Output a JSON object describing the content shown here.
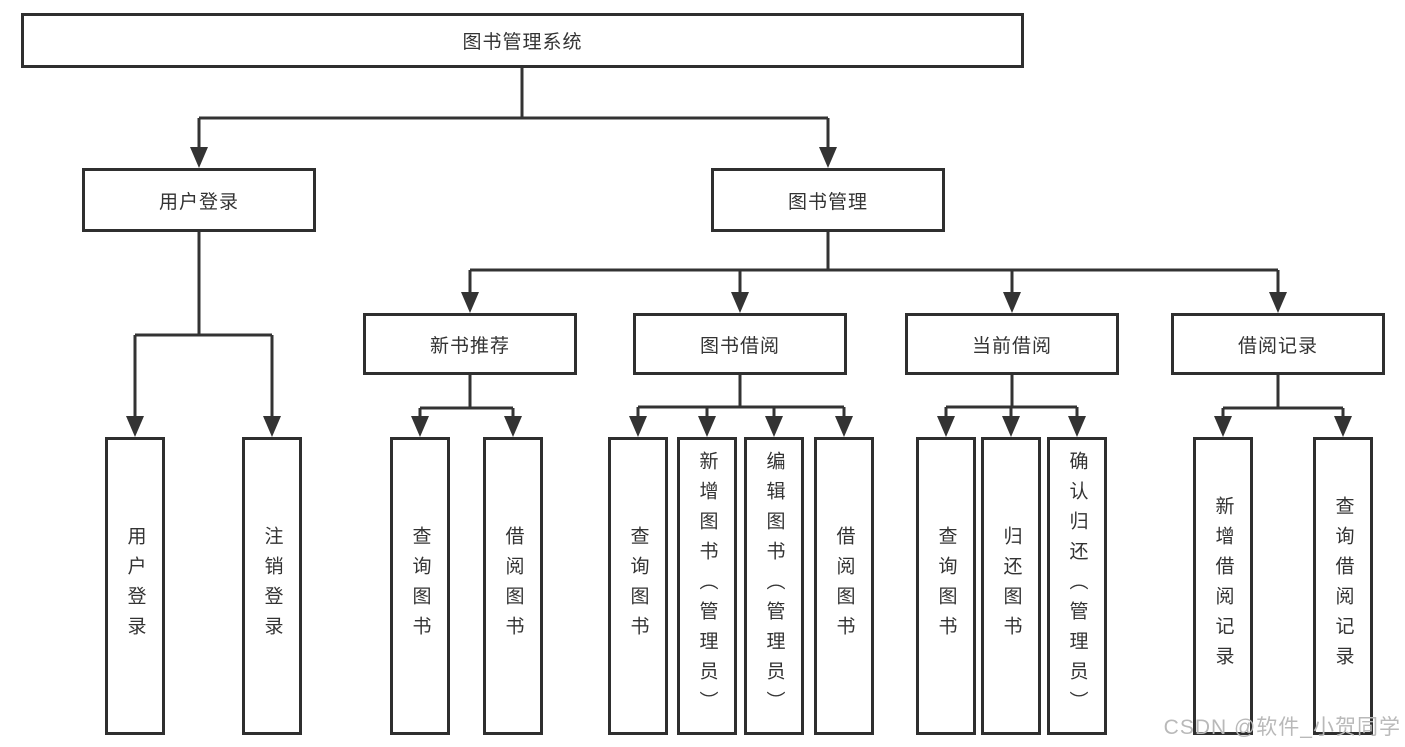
{
  "diagram": {
    "title": "图书管理系统",
    "tree": {
      "root": "图书管理系统",
      "branches": [
        {
          "label": "用户登录",
          "children": [
            "用户登录",
            "注销登录"
          ]
        },
        {
          "label": "图书管理",
          "groups": [
            {
              "label": "新书推荐",
              "children": [
                "查询图书",
                "借阅图书"
              ]
            },
            {
              "label": "图书借阅",
              "children": [
                "查询图书",
                "新增图书（管理员）",
                "编辑图书（管理员）",
                "借阅图书"
              ]
            },
            {
              "label": "当前借阅",
              "children": [
                "查询图书",
                "归还图书",
                "确认归还（管理员）"
              ]
            },
            {
              "label": "借阅记录",
              "children": [
                "新增借阅记录",
                "查询借阅记录"
              ]
            }
          ]
        }
      ]
    },
    "colors": {
      "line": "#333333",
      "box_border": "#2f2f2f",
      "text": "#333333",
      "watermark": "#b9b9b9",
      "background": "#ffffff"
    }
  },
  "watermark": "CSDN @软件_小贺同学"
}
